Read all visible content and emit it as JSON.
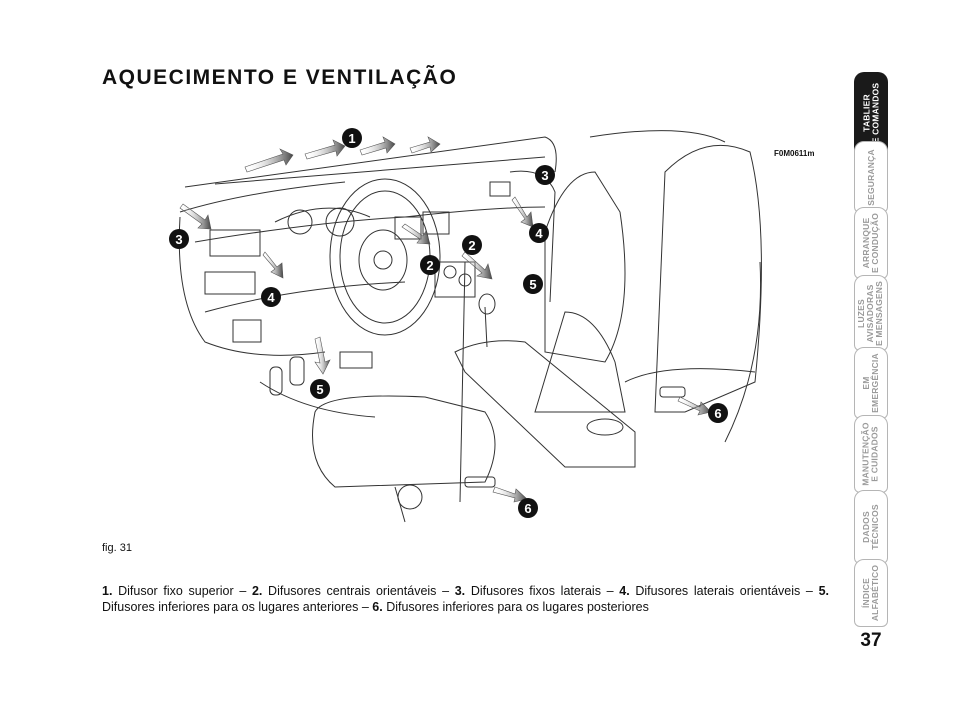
{
  "page": {
    "title": "AQUECIMENTO E VENTILAÇÃO",
    "figure_code": "F0M0611m",
    "figure_label": "fig. 31",
    "page_number": "37"
  },
  "caption": [
    {
      "num": "1.",
      "text": " Difusor fixo superior – "
    },
    {
      "num": "2.",
      "text": " Difusores centrais orientáveis – "
    },
    {
      "num": "3.",
      "text": " Difusores fixos laterais – "
    },
    {
      "num": "4.",
      "text": " Difusores laterais orientáveis – "
    },
    {
      "num": "5.",
      "text": " Difusores inferiores para os lugares anteriores – "
    },
    {
      "num": "6.",
      "text": " Difusores inferiores para os lugares posteriores"
    }
  ],
  "callouts": [
    "1",
    "2",
    "2",
    "3",
    "3",
    "4",
    "4",
    "5",
    "5",
    "6",
    "6"
  ],
  "tabs": [
    {
      "label": "TABLIER\nE COMANDOS",
      "active": true
    },
    {
      "label": "SEGURANÇA",
      "active": false
    },
    {
      "label": "ARRANQUE\nE CONDUÇÃO",
      "active": false
    },
    {
      "label": "LUZES\nAVISADORAS\nE MENSAGENS",
      "active": false
    },
    {
      "label": "EM\nEMERGÊNCIA",
      "active": false
    },
    {
      "label": "MANUTENÇÃO\nE CUIDADOS",
      "active": false
    },
    {
      "label": "DADOS\nTÉCNICOS",
      "active": false
    },
    {
      "label": "ÍNDICE\nALFABÉTICO",
      "active": false
    }
  ],
  "colors": {
    "active_tab": "#1a1a1a",
    "inactive_tab_text": "#9a9a9a"
  }
}
